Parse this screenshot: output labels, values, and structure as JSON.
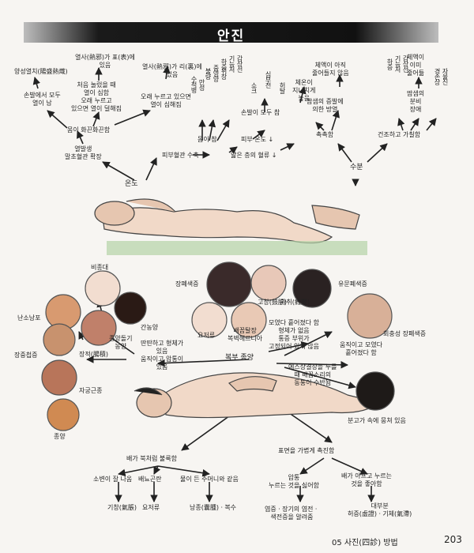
{
  "title": "안진",
  "top": {
    "root": "온도",
    "n_yeolbal": "열발생\n말초혈관 확장",
    "n_momhwakkeun": "몸이 화끈화끈함",
    "n_sonbal": "손발에서 모두\n열이 남",
    "n_yangseong": "양성열치(陽盛熱熾)",
    "n_cheoeum": "처음 눌렀을 때\n열이 심함\n오래 누르고\n있으면 열이 덜해짐",
    "n_yeolsa_pyo": "열사(熱邪)가 표(表)에\n있음",
    "n_orae": "오래 누르고 있으면\n열이 심해짐",
    "n_yeolsa_ri": "열사(熱邪)가 리(裏)에\n있음",
    "n_pibu": "피부혈관 수축",
    "n_yalbeun": "얇은 층의 혈류 ↓",
    "n_pibu_ondo": "피부 온도 ↓",
    "n_mom_cham": "몸이 참",
    "v_manseong": "만성\n수척병",
    "v_wijang": "위장\n중영양\n불량",
    "v_gapsang": "갑상선\n기능저\n하증",
    "n_sonbal_cham": "손발이 모두 참",
    "v_syok": "쇼크",
    "v_simbu": "심부전",
    "v_heotal": "허탈",
    "n_suboon": "수분",
    "n_chokchok": "촉촉함",
    "n_ttambaeng": "땀샘의 증발에\n의한 방열",
    "n_cheeun": "체온이\n지나치게\n높음",
    "n_cheaek": "체액이 아직\n줄어들지 않음",
    "n_geonjo": "건조하고 가칠함",
    "v_gapsang2": "갑상선\n기능저\n하증",
    "n_cheaek2": "체액이\n이미\n줄어듦",
    "n_ttam2": "땀샘의\n분비\n장애",
    "v_jayul": "자율신\n경손상"
  },
  "bottom": {
    "root": "복부 종양",
    "n_ttantan": "딴딴하고 형체가\n있음\n움직이고 압통이\n있음",
    "n_tarack": "모였다 흩어졌다 함\n형체가 없음\n통증 부위가\n고정되어 있지 않음",
    "n_umjik": "움직이고 모였다\n흩어졌다 함",
    "n_eseu": "에스상결장을 누를\n때 배꼽소리의\n동통이 수반됨",
    "n_bungo": "분고가 속에 뭉쳐 있음",
    "n_hoecheong": "회충성 장폐색증",
    "n_jangpye": "장폐색증",
    "n_yumun": "유문폐색증",
    "n_gochang": "고창(鼓脹)",
    "n_gachwi": "가취(瘕聚)",
    "n_yojeoryu": "요저류",
    "n_baekkop": "배꼽탈장\n복벽헤르니아",
    "n_bijungdae": "비종대",
    "n_gannongyang": "간농양",
    "n_nanso": "난소낭포",
    "n_jangjung": "장중첩증",
    "n_jangjeok": "장적(腸積)",
    "n_jonyang_nong": "종양돌기\n농양",
    "n_jagung": "자궁근종",
    "n_jongyang": "종양",
    "n_baebuk": "배가 북처럼 불룩함",
    "n_sobyeon": "소변이 잘 나옴",
    "n_gichang": "기창(氣脹)",
    "n_baenyo": "배뇨곤란",
    "n_yojeoryu2": "요저류",
    "n_mul": "물이 든 주머니와 같음",
    "n_nangjong": "낭종(囊腫)ㆍ복수",
    "n_pyomyeon": "표면을 가볍게 촉진함",
    "n_aptong": "압통\n누르는 것을 싫어함",
    "n_yeomjeung": "염증ㆍ장기의 염전ㆍ\n색전증을 알려줌",
    "n_baega_apa": "배가 아프고 누르는\n것을 좋아함",
    "n_daebubun": "대부분\n허증(虛證)ㆍ기체(氣滯)"
  },
  "footer": {
    "chapter": "05 사진(四診) 방법",
    "page": "203"
  }
}
